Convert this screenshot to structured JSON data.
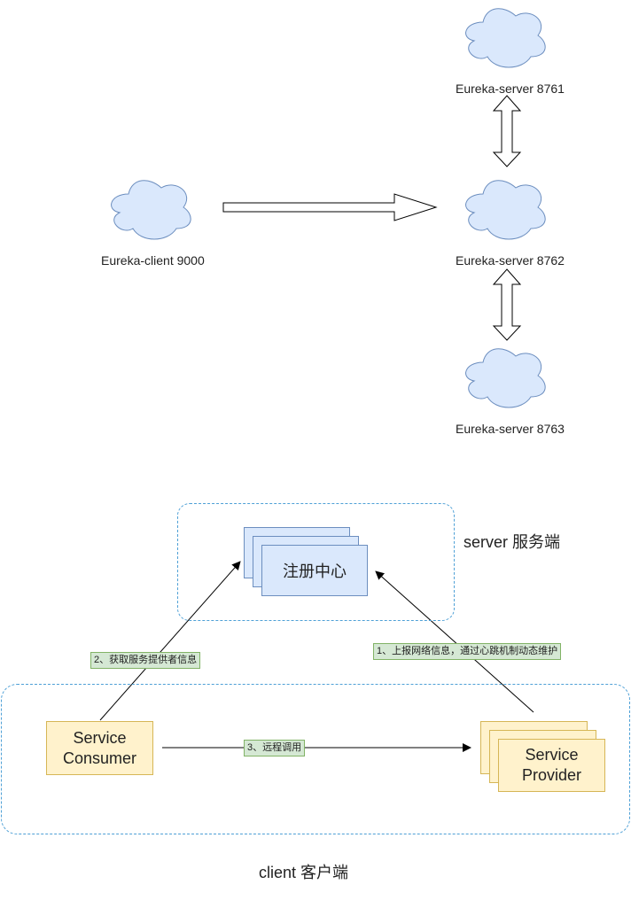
{
  "clusters": {
    "client": "Eureka-client 9000",
    "server_8761": "Eureka-server 8761",
    "server_8762": "Eureka-server 8762",
    "server_8763": "Eureka-server 8763"
  },
  "arch": {
    "server_group_label": "server 服务端",
    "client_group_label": "client 客户端",
    "registry": "注册中心",
    "consumer": [
      "Service",
      "Consumer"
    ],
    "provider": [
      "Service",
      "Provider"
    ],
    "edge_fetch": "2、获取服务提供者信息",
    "edge_report": "1、上报网络信息，通过心跳机制动态维护",
    "edge_rpc": "3、远程调用"
  },
  "colors": {
    "cloud_fill": "#dae8fc",
    "cloud_stroke": "#6c8ebf",
    "yellow_fill": "#fff2cc",
    "blue_fill": "#dae8fc",
    "label_fill": "#d5e8d4",
    "group_border": "#4ea0d6"
  }
}
